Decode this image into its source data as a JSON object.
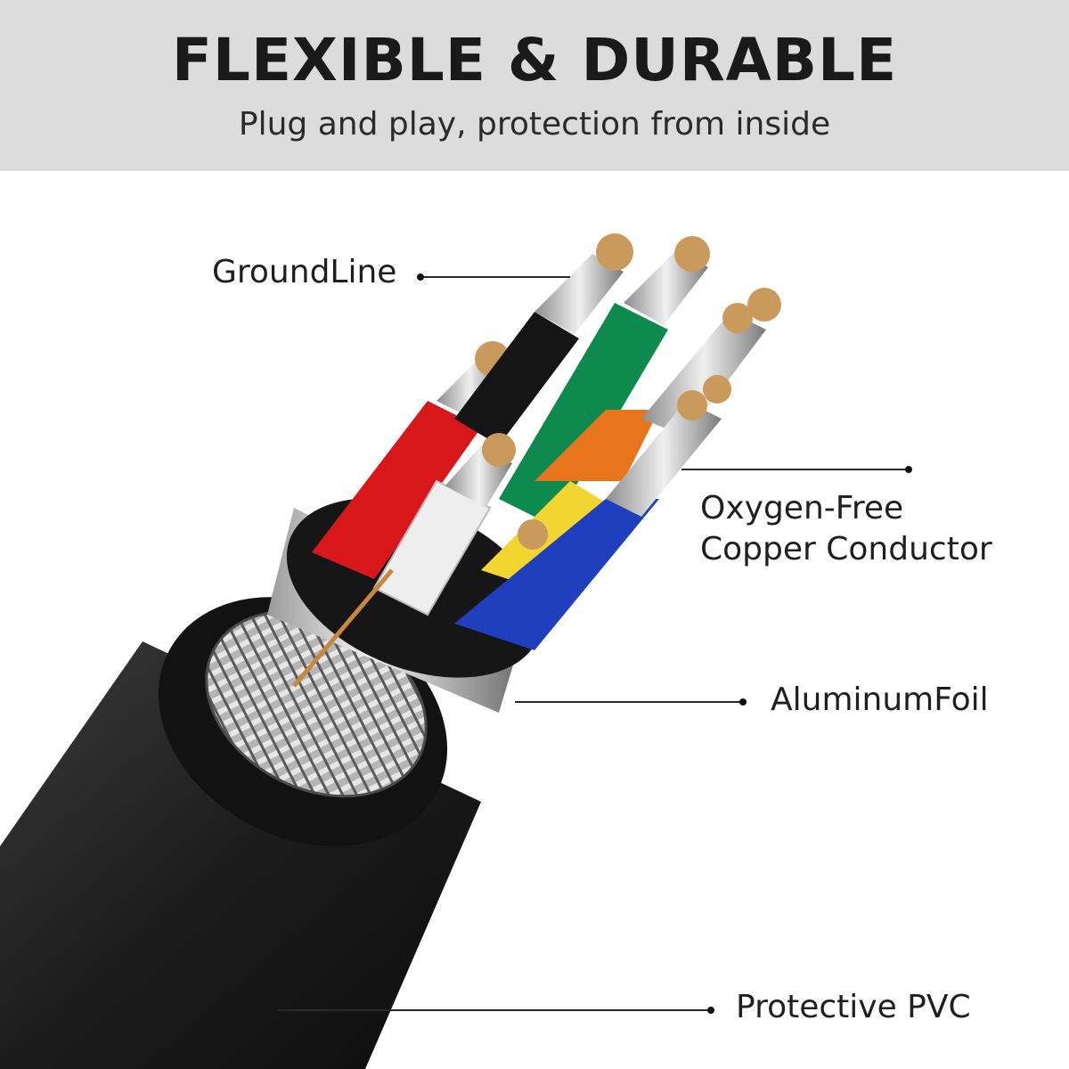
{
  "header": {
    "title": "FLEXIBLE & DURABLE",
    "subtitle": "Plug and play, protection from inside"
  },
  "labels": {
    "ground_line": "GroundLine",
    "copper_line1": "Oxygen-Free",
    "copper_line2": "Copper Conductor",
    "aluminum_foil": "AluminumFoil",
    "protective_pvc": "Protective PVC"
  },
  "colors": {
    "header_bg": "#dcdcdc",
    "jacket": "#1b1b1b",
    "wire_red": "#d8171b",
    "wire_black": "#151515",
    "wire_green": "#0f8a4e",
    "wire_white": "#eeeeee",
    "wire_orange": "#e8741c",
    "wire_yellow": "#f2d530",
    "wire_blue": "#1f3fbf",
    "copper": "#c99a5b"
  }
}
